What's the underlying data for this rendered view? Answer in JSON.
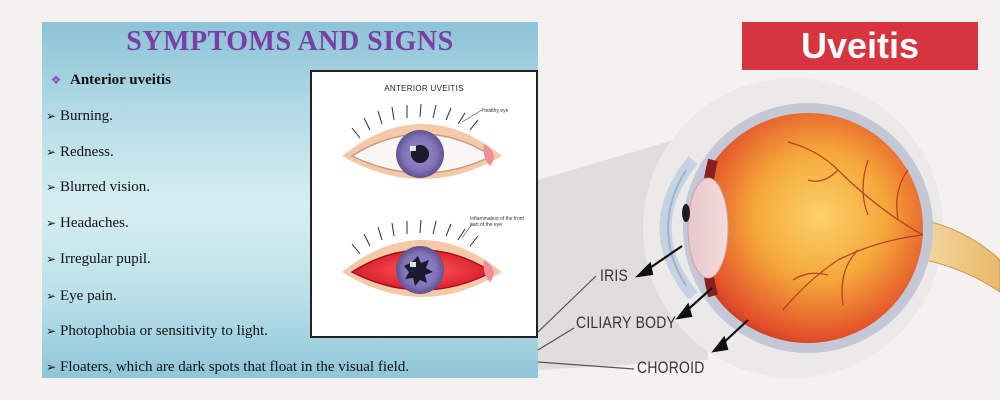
{
  "slide": {
    "title": "SYMPTOMS AND SIGNS",
    "heading": "Anterior uveitis",
    "bullets": [
      "Burning.",
      "Redness.",
      "Blurred vision.",
      "Headaches.",
      "Irregular pupil.",
      "Eye pain.",
      "Photophobia or sensitivity to light.",
      "Floaters, which are dark spots that float in the visual field."
    ],
    "bullet_marker": "➢",
    "heading_marker": "❖",
    "inset": {
      "title": "ANTERIOR UVEITIS",
      "label_healthy": "Healthy eye",
      "label_inflamed": "Inflammation of the front part of the eye"
    }
  },
  "banner": {
    "title": "Uveitis"
  },
  "diagram": {
    "labels": {
      "iris": "IRIS",
      "ciliary": "CILIARY BODY",
      "choroid": "CHOROID"
    }
  },
  "colors": {
    "title_purple": "#7a3ea8",
    "banner_red": "#d6343f",
    "slide_teal": "#b7dde8"
  }
}
